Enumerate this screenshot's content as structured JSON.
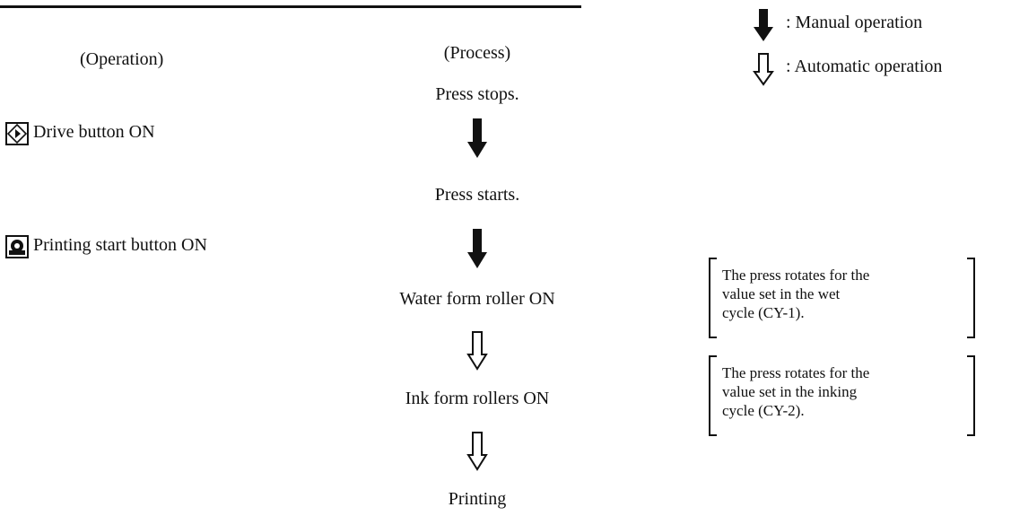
{
  "legend": {
    "manual": ": Manual operation",
    "automatic": ": Automatic operation"
  },
  "headers": {
    "operation": "(Operation)",
    "process": "(Process)"
  },
  "operations": {
    "drive": "Drive button ON",
    "print_start": "Printing start button ON"
  },
  "process": {
    "step1": "Press stops.",
    "step2": "Press starts.",
    "step3": "Water form roller ON",
    "step4": "Ink form rollers ON",
    "step5": "Printing"
  },
  "notes": {
    "wet": [
      "The press rotates for the",
      "value set in the wet",
      "cycle (CY-1)."
    ],
    "inking": [
      "The press rotates for the",
      "value set in the inking",
      "cycle (CY-2)."
    ]
  },
  "colors": {
    "ink": "#111111",
    "background": "#ffffff"
  }
}
